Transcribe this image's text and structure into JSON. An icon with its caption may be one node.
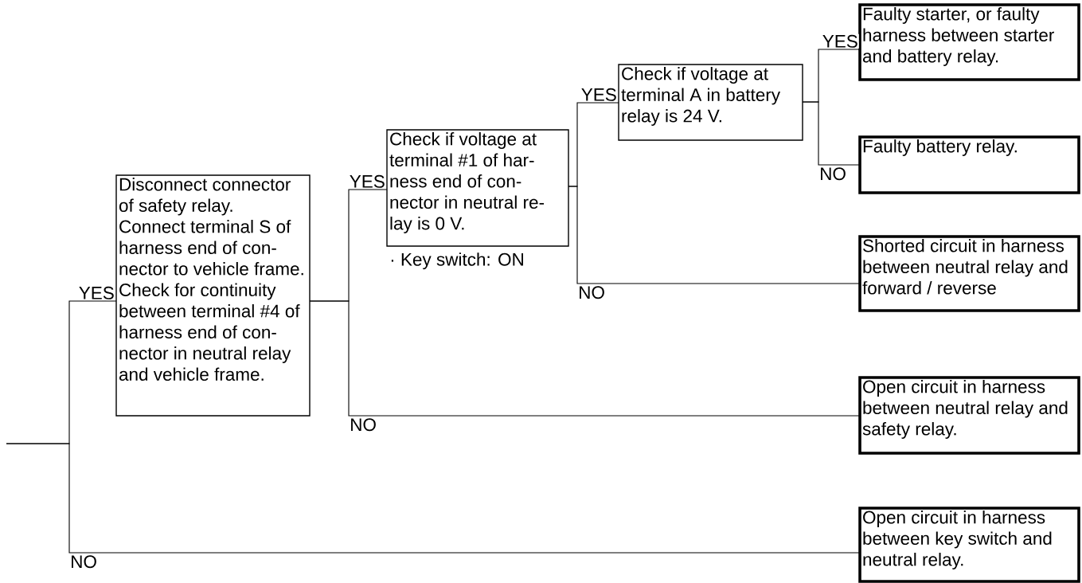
{
  "diagram": {
    "nodes": [
      {
        "text": [
          "Disconnect connector of safety relay.",
          "Connect terminal S of harness end of con- nector to vehicle frame.",
          "Check for continuity between terminal #4 of harness end of con- nector in neutral relay and vehicle frame."
        ]
      },
      {
        "text": [
          "Check if voltage at terminal #1 of har- ness end of con- nector in neutral re- lay is 0 V."
        ],
        "beside": [
          "· Key switch: ON"
        ]
      },
      {
        "text": [
          "Check if voltage at terminal A in battery relay is 24 V."
        ]
      },
      {
        "text": [
          "Faulty starter, or faulty harness between starter and battery relay."
        ]
      },
      {
        "text": [
          "Faulty battery relay."
        ]
      },
      {
        "text": [
          "Shorted circuit in harness between neutral relay and forward / reverse"
        ]
      },
      {
        "text": [
          "Open circuit in harness between neutral relay and safety relay."
        ]
      },
      {
        "text": [
          "Open circuit in harness between key switch and neutral relay."
        ]
      }
    ],
    "edges": [
      {
        "from": null,
        "to": 0,
        "arrow": "none",
        "label": "YES"
      },
      {
        "from": null,
        "to": 7,
        "arrow": "none",
        "label": "NO"
      },
      {
        "from": 0,
        "to": 1,
        "arrow": "none",
        "label": "YES"
      },
      {
        "from": 0,
        "to": 6,
        "arrow": "none",
        "label": "NO"
      },
      {
        "from": 1,
        "to": 2,
        "arrow": "none",
        "label": "YES"
      },
      {
        "from": 1,
        "to": 5,
        "arrow": "none",
        "label": "NO"
      },
      {
        "from": 2,
        "to": 3,
        "arrow": "none",
        "label": "YES"
      },
      {
        "from": 2,
        "to": 4,
        "arrow": "none",
        "label": "NO"
      }
    ]
  }
}
